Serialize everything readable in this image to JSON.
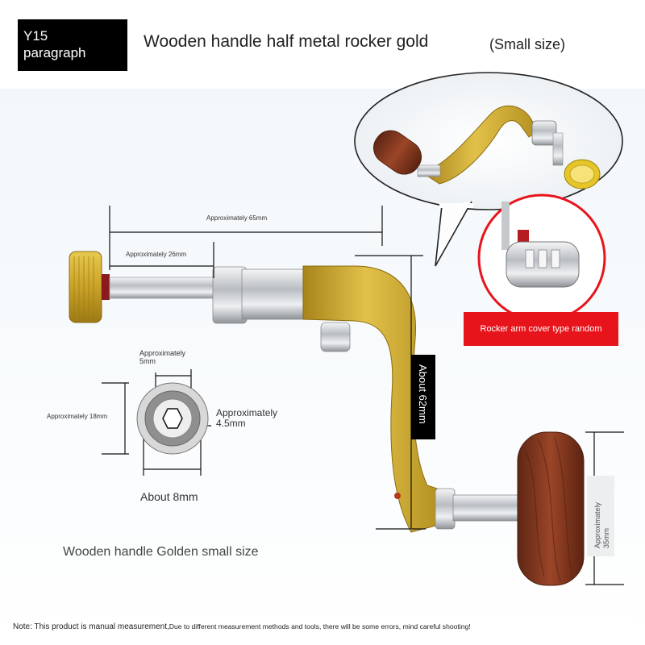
{
  "header": {
    "model_line1": "Y15",
    "model_line2": "paragraph",
    "title": "Wooden handle half metal rocker gold",
    "size_note": "(Small size)"
  },
  "dimensions": {
    "length_65": "Approximately 65mm",
    "length_26": "Approximately 26mm",
    "hole_5": "Approximately 5mm",
    "outer_18": "Approximately 18mm",
    "inner_45": "Approximately 4.5mm",
    "width_8": "About 8mm",
    "arm_62": "About 62mm",
    "knob_35": "Approximately 35mm"
  },
  "callout": {
    "badge": "Rocker arm cover type random"
  },
  "product_caption": "Wooden handle Golden small size",
  "footnote": {
    "part1": "Note: This product is manual measurement,",
    "part2": "Due to different measurement methods and tools, there will be some errors, mind careful shooting!"
  },
  "colors": {
    "gold": "#c9a227",
    "wood": "#8a3a22",
    "chrome": "#c9ccd0",
    "badge_red": "#e8141c"
  }
}
